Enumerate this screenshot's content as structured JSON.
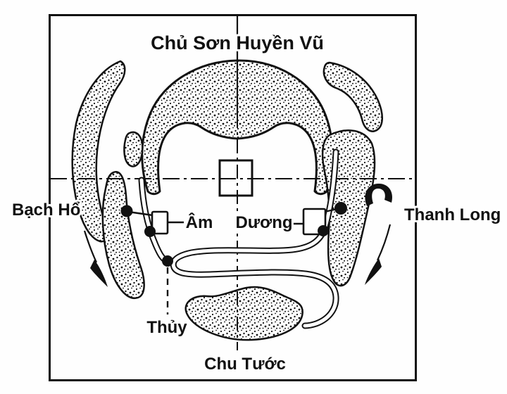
{
  "diagram": {
    "title": "Chủ Sơn Huyền Vũ",
    "left_label": "Bạch Hổ",
    "right_label": "Thanh Long",
    "yin_label": "Âm",
    "yang_label": "Dương",
    "water_label": "Thủy",
    "bottom_label": "Chu Tước",
    "colors": {
      "ink": "#111111",
      "paper": "#fefefe"
    }
  }
}
